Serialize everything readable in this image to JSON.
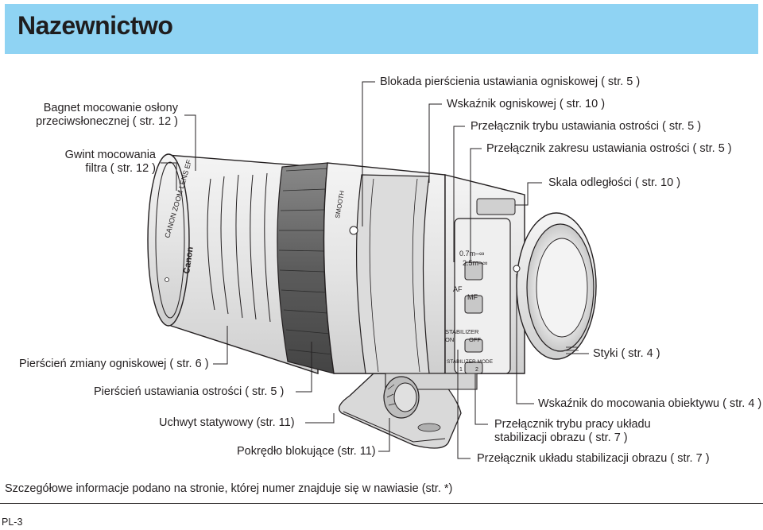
{
  "page": {
    "title": "Nazewnictwo",
    "footnote": "Szczegółowe informacje podano na stronie, której numer znajduje się w nawiasie (str. *)",
    "page_number": "PL-3"
  },
  "callouts": {
    "hood_mount": [
      "Bagnet mocowanie osłony",
      "przeciwsłonecznej ( str. 12 )"
    ],
    "filter_thread": [
      "Gwint mocowania",
      "filtra ( str. 12 )"
    ],
    "zoom_lock": "Blokada pierścienia ustawiania ogniskowej ( str. 5 )",
    "zoom_index": "Wskaźnik ogniskowej ( str. 10 )",
    "focus_mode_switch": "Przełącznik trybu ustawiania ostrości ( str. 5 )",
    "focus_range_switch": "Przełącznik zakresu ustawiania ostrości ( str. 5 )",
    "distance_scale": "Skala odległości ( str. 10 )",
    "zoom_ring": "Pierścień zmiany ogniskowej ( str. 6 )",
    "contacts": "Styki ( str. 4 )",
    "focus_ring": "Pierścień ustawiania ostrości ( str. 5 )",
    "mount_index": "Wskaźnik do mocowania obiektywu ( str. 4 )",
    "tripod_mount": "Uchwyt statywowy (str. 11)",
    "stabilizer_mode": [
      "Przełącznik trybu pracy układu",
      "stabilizacji obrazu ( str. 7 )"
    ],
    "locking_knob": "Pokrędło blokujące (str. 11)",
    "stabilizer_switch": "Przełącznik układu stabilizacji obrazu ( str. 7 )"
  },
  "lens_markings": {
    "brand": "Canon",
    "model_text": "CANON ZOOM LENS EF",
    "smooth_text": "SMOOTH",
    "range_1": "0.7m–∞",
    "range_2": "2.5m–∞",
    "af": "AF",
    "mf": "MF",
    "stabilizer": "STABILIZER",
    "on": "ON",
    "off": "OFF",
    "stabilizer_mode_text": "STABILIZER MODE",
    "mode_1": "1",
    "mode_2": "2"
  },
  "colors": {
    "header_band": "#8fd3f3",
    "ink": "#231f20",
    "lens_body": "#e6e6e6",
    "lens_dark": "#9a9a9a"
  }
}
